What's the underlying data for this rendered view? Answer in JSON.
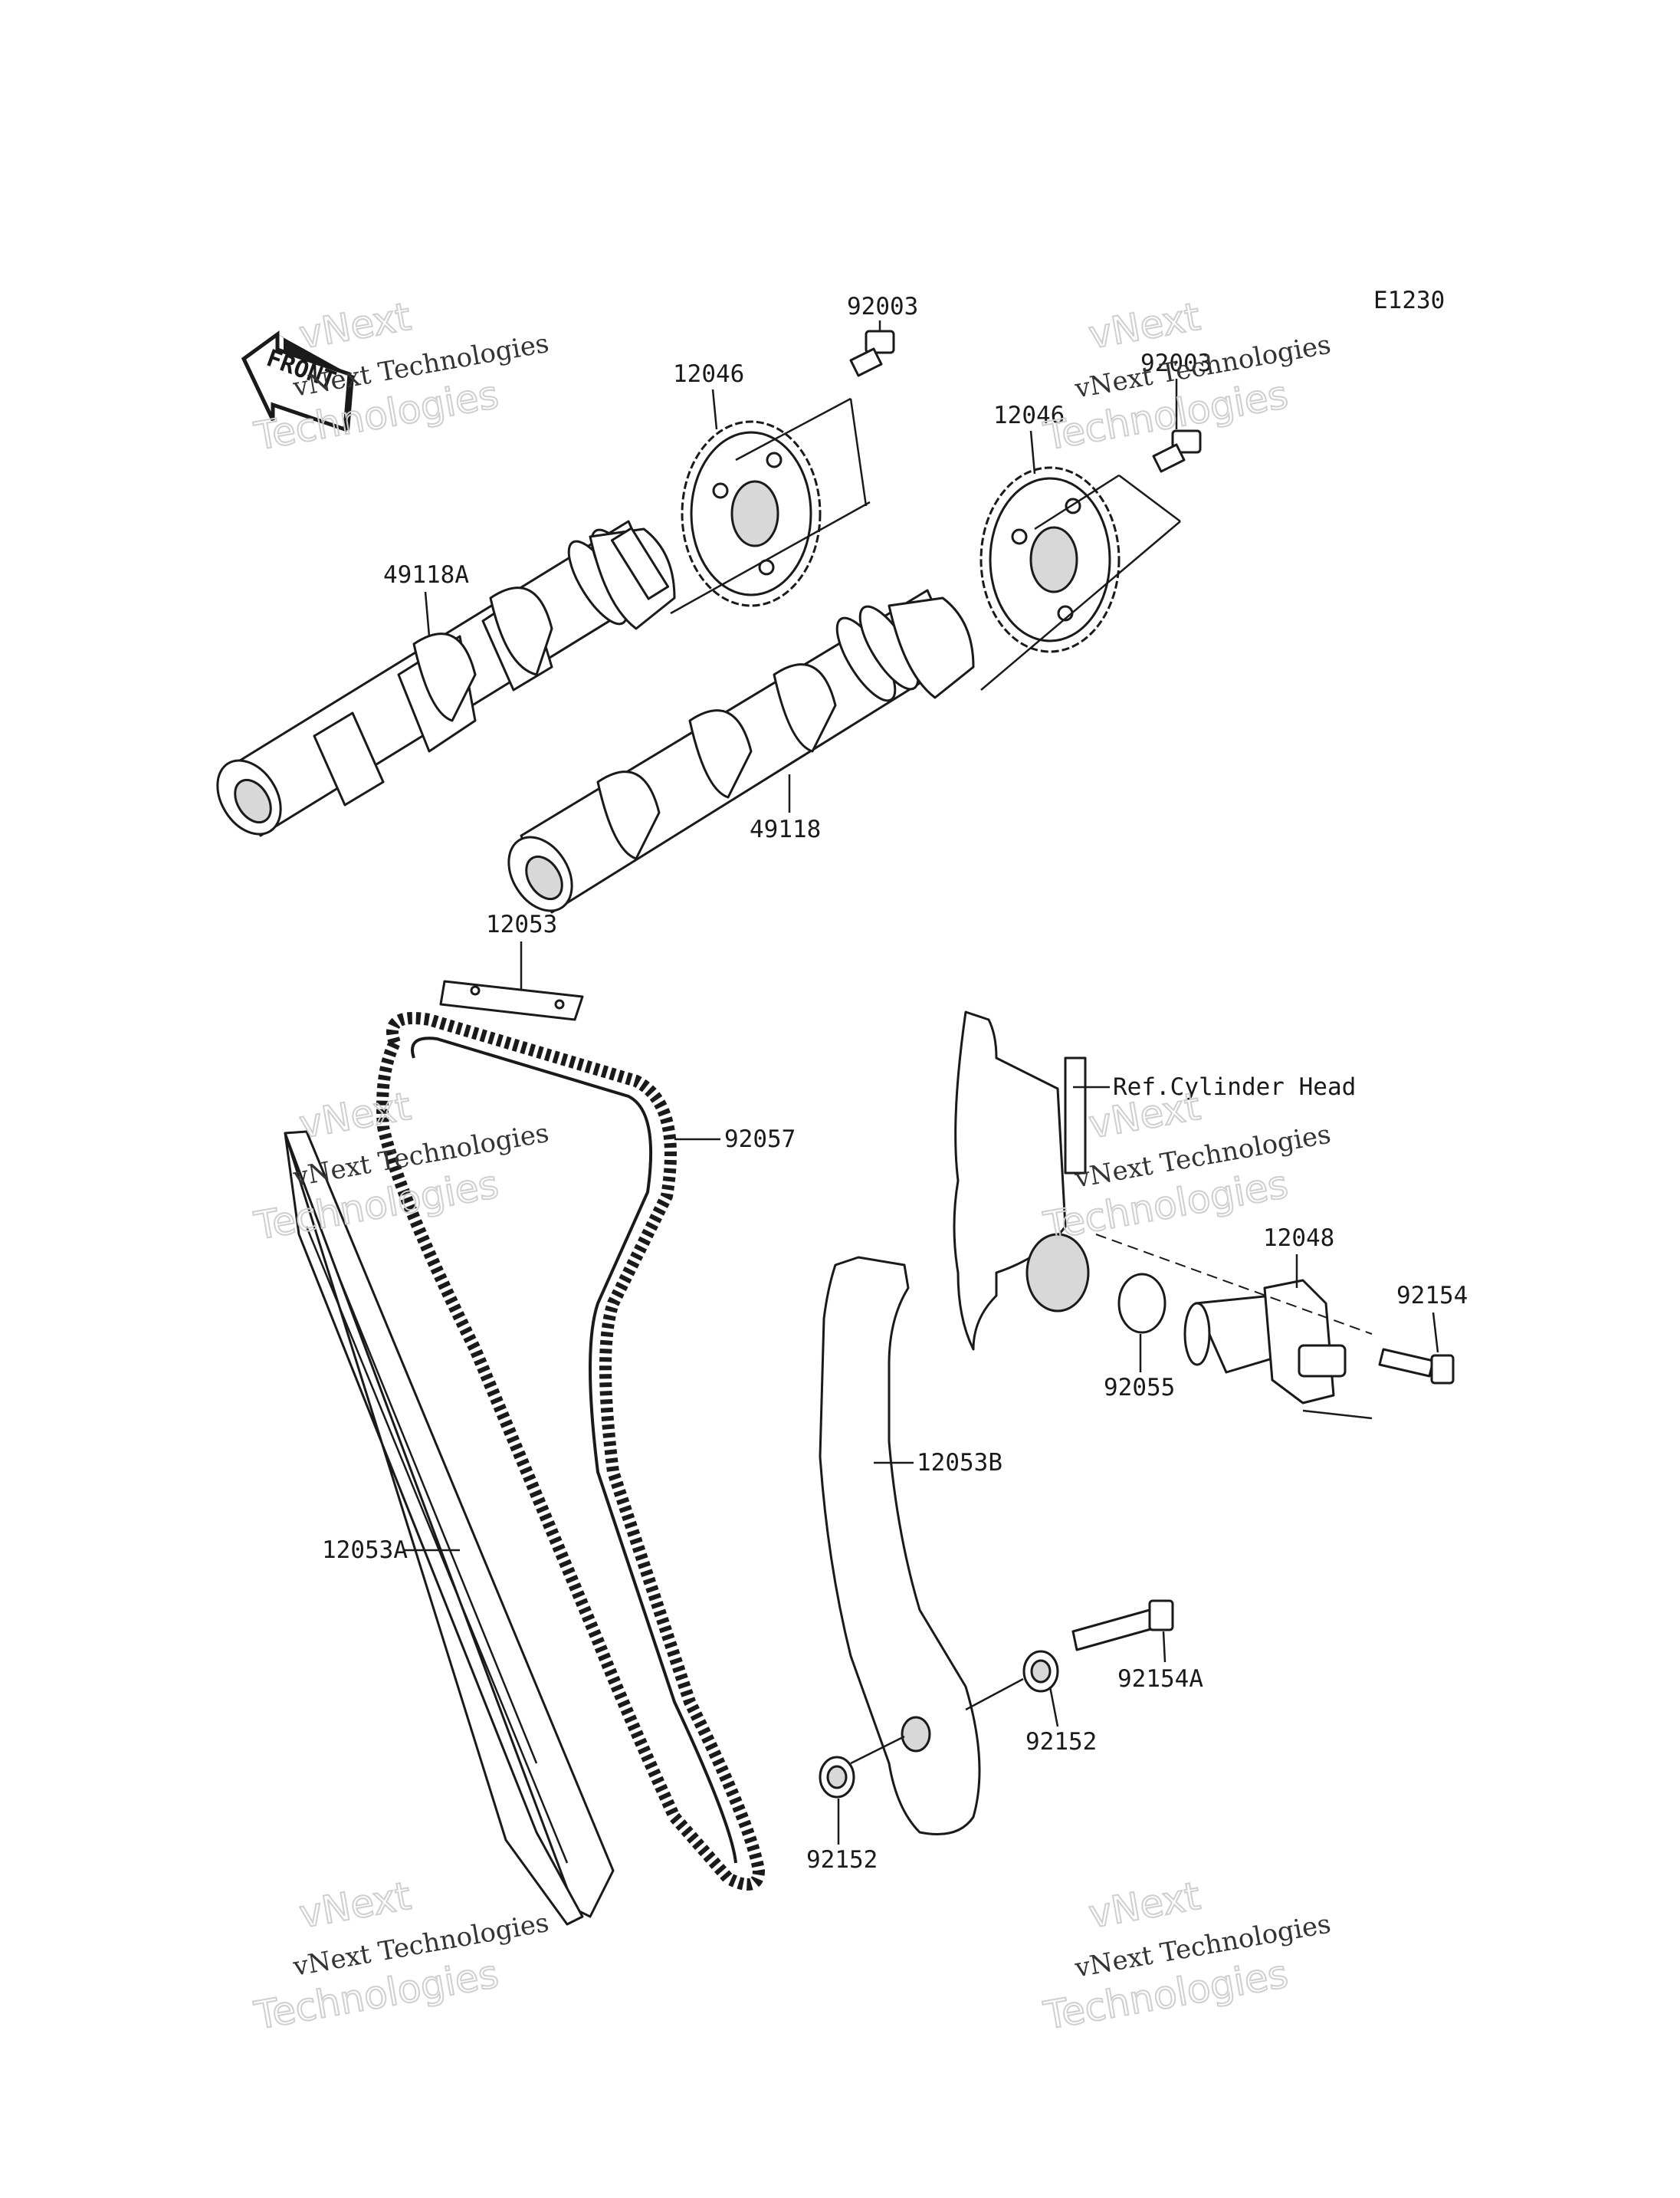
{
  "diagram_code": "E1230",
  "front_badge": "FRONT",
  "watermark": {
    "line1": "vNext Technologies",
    "line2": "Technologies",
    "line3": "vNext"
  },
  "callouts": [
    {
      "id": "c1",
      "text": "92003"
    },
    {
      "id": "c2",
      "text": "92003"
    },
    {
      "id": "c3",
      "text": "12046"
    },
    {
      "id": "c4",
      "text": "12046"
    },
    {
      "id": "c5",
      "text": "49118A"
    },
    {
      "id": "c6",
      "text": "49118"
    },
    {
      "id": "c7",
      "text": "12053"
    },
    {
      "id": "c8",
      "text": "92057"
    },
    {
      "id": "c9",
      "text": "Ref.Cylinder Head"
    },
    {
      "id": "c10",
      "text": "12048"
    },
    {
      "id": "c11",
      "text": "92154"
    },
    {
      "id": "c12",
      "text": "92055"
    },
    {
      "id": "c13",
      "text": "12053B"
    },
    {
      "id": "c14",
      "text": "12053A"
    },
    {
      "id": "c15",
      "text": "92154A"
    },
    {
      "id": "c16",
      "text": "92152"
    },
    {
      "id": "c17",
      "text": "92152"
    }
  ]
}
